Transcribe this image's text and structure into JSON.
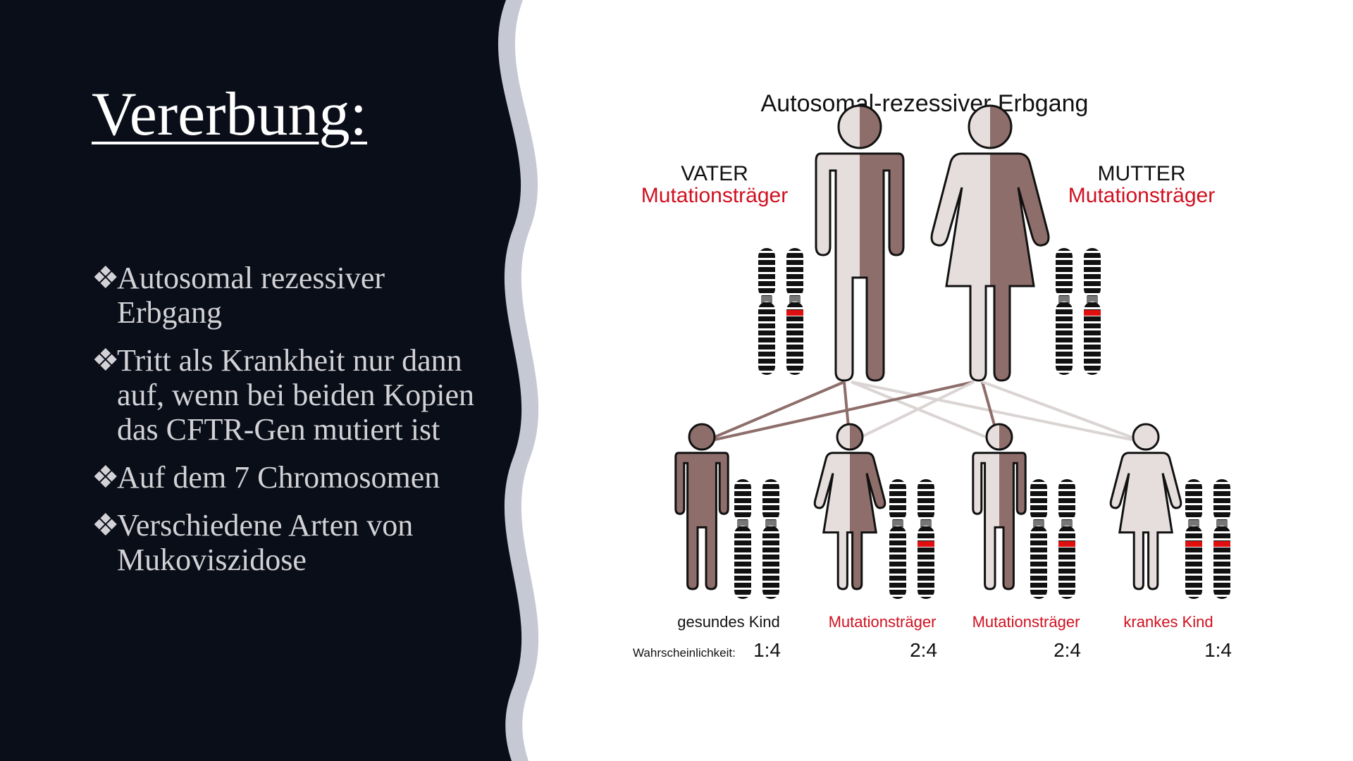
{
  "slide": {
    "title": "Vererbung:",
    "bullet_marker": "❖",
    "bullets": [
      "Autosomal rezessiver Erbgang",
      "Tritt als Krankheit nur dann auf, wenn bei beiden Kopien das CFTR-Gen mutiert ist",
      "Auf dem 7 Chromosomen",
      "Verschiedene Arten von Mukoviszidose"
    ]
  },
  "diagram": {
    "title": "Autosomal-rezessiver Erbgang",
    "father": {
      "role": "VATER",
      "status": "Mutationsträger"
    },
    "mother": {
      "role": "MUTTER",
      "status": "Mutationsträger"
    },
    "probability_label": "Wahrscheinlichkeit:",
    "children": [
      {
        "label": "gesundes Kind",
        "probability": "1:4"
      },
      {
        "label": "Mutationsträger",
        "probability": "2:4"
      },
      {
        "label": "Mutationsträger",
        "probability": "2:4"
      },
      {
        "label": "krankes Kind",
        "probability": "1:4"
      }
    ]
  },
  "colors": {
    "panel_dark": "#0a0e19",
    "wave_gray": "#c6c9d4",
    "figure_dark": "#8e6e6a",
    "figure_light": "#e6dedd",
    "mutation_red": "#e01010",
    "label_red": "#d01020",
    "text_dark": "#111111"
  }
}
